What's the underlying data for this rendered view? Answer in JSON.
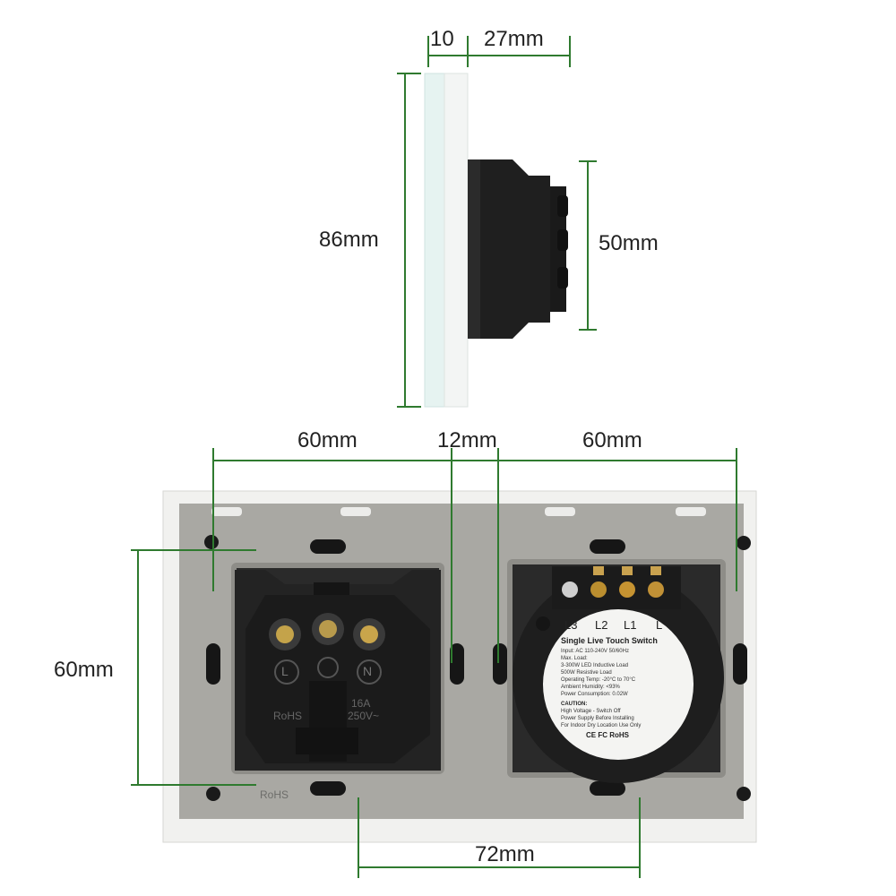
{
  "dimensions": {
    "glass_thickness": "10",
    "module_depth": "27mm",
    "plate_height": "86mm",
    "module_height": "50mm",
    "left_module_width": "60mm",
    "gap_width": "12mm",
    "right_module_width": "60mm",
    "back_module_height": "60mm",
    "center_distance": "72mm"
  },
  "socket": {
    "terminal_labels": [
      "L",
      "N"
    ],
    "rating": [
      "16A",
      "250V~"
    ],
    "certs": "RoHS",
    "bottom_marking": "RoHS"
  },
  "switch_module": {
    "terminals": [
      "L3",
      "L2",
      "L1",
      "L"
    ],
    "sticker": {
      "title": "Single Live Touch Switch",
      "lines": [
        "Input: AC 110-240V 50/60Hz",
        "Max. Load:",
        "3-300W LED Inductive Load",
        "500W Resistive Load",
        "Operating Temp: -20°C to 70°C",
        "Ambient Humidity: <93%",
        "Power Consumption: 0.02W"
      ],
      "caution_title": "CAUTION:",
      "caution_lines": [
        "High Voltage - Switch Off",
        "Power Supply Before Installing",
        "For Indoor Dry Location Use Only"
      ],
      "certs": "CE FC RoHS"
    }
  },
  "colors": {
    "dimension_line": "#2f7a2f",
    "plate_back": "#a9a8a3",
    "module_black": "#1f1f1f"
  }
}
